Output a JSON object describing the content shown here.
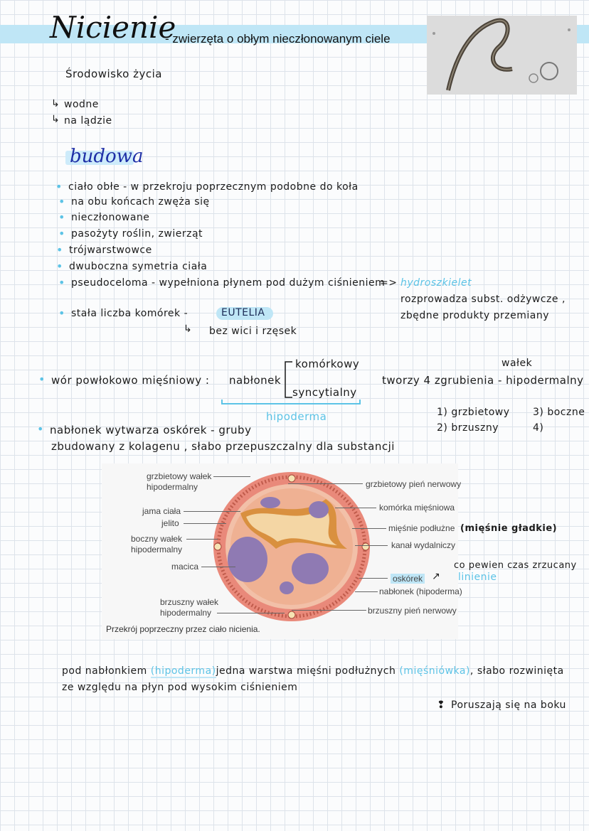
{
  "header": {
    "title": "Nicienie",
    "subtitle": "- zwierzęta o obłym nieczłonowanym ciele"
  },
  "habitat": {
    "heading": "Środowisko życia",
    "items": [
      "wodne",
      "na lądzie"
    ]
  },
  "budowa": {
    "heading": "budowa",
    "bullets": [
      "ciało obłe - w przekroju poprzecznym podobne do koła",
      "na obu końcach zwęża się",
      "nieczłonowane",
      "pasożyty roślin, zwierząt",
      "trójwarstwowce",
      "dwubocznа symetria ciała",
      "pseudoceloma - wypełniona płynem pod dużym ciśnieniem",
      "stała liczba komórek -"
    ],
    "arrow": "=>",
    "hydroszkielet": "hydroszkielet",
    "hydro_desc_1": "rozprowadza subst. odżywcze ,",
    "hydro_desc_2": "zbędne produkty przemiany",
    "eutelia": "EUTELIA",
    "eutelia_note": "bez wici i rzęsek"
  },
  "wor": {
    "label": "wór powłokowo mięśniowy :",
    "nablonek": "nabłonek",
    "branch_1": "komórkowy",
    "branch_2": "syncytialny",
    "hipoderma": "hipoderma",
    "tworzy": "tworzy 4 zgrubienia - hipodermalny",
    "walek": "wałek",
    "list": [
      "1) grzbietowy",
      "2) brzuszny",
      "3) boczne",
      "4)"
    ]
  },
  "oskorek": {
    "line_1": "nabłonek wytwarza oskórek - gruby",
    "line_2": "zbudowany z kolagenu , słabo przepuszczalny dla substancji"
  },
  "figure": {
    "caption": "Przekrój poprzeczny przez ciało nicienia.",
    "left_labels": [
      "grzbietowy wałek",
      "hipodermalny",
      "jama ciała",
      "jelito",
      "boczny wałek",
      "hipodermalny",
      "macica",
      "brzuszny wałek",
      "hipodermalny"
    ],
    "right_labels": [
      "grzbietowy pień nerwowy",
      "komórka mięśniowa",
      "mięśnie podłużne",
      "kanał wydalniczy",
      "oskórek",
      "nabłonek (hipoderma)",
      "brzuszny pień nerwowy"
    ],
    "gladkie": "(mięśnie gładkie)",
    "linienie_1": "co pewien czas zrzucany",
    "linienie_2": "linienie"
  },
  "bottom": {
    "line_1_a": "pod nabłonkiem",
    "line_1_b": "(hipoderma)",
    "line_1_c": "jedna warstwa mięśni podłużnych",
    "line_1_d": "(mięśniówka)",
    "line_1_e": ", słabo rozwinięta",
    "line_2": "ze względu na płyn pod wysokim ciśnieniem",
    "note": "Poruszają się na boku"
  },
  "colors": {
    "accent": "#5cc3e6",
    "highlight": "#bfe6f6",
    "budowa": "#1d2ea6"
  }
}
